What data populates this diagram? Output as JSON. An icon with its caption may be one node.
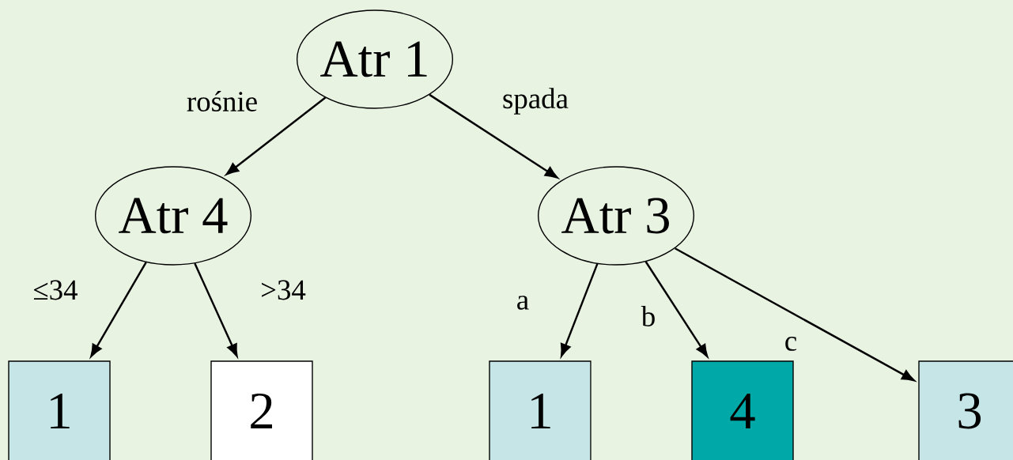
{
  "diagram": {
    "nodes": [
      {
        "text": [
          "Atr 1"
        ]
      },
      {
        "text": [
          "Atr 4"
        ]
      },
      {
        "text": [
          "Atr 3"
        ]
      },
      {
        "text": [
          "1"
        ]
      },
      {
        "text": [
          "2"
        ]
      },
      {
        "text": [
          "1"
        ]
      },
      {
        "text": [
          "4"
        ]
      },
      {
        "text": [
          "3"
        ]
      }
    ],
    "edges": [
      {
        "from": 0,
        "to": 1,
        "arrow": "to",
        "label": "rośnie"
      },
      {
        "from": 0,
        "to": 2,
        "arrow": "to",
        "label": "spada"
      },
      {
        "from": 1,
        "to": 3,
        "arrow": "to",
        "label": "≤34"
      },
      {
        "from": 1,
        "to": 4,
        "arrow": "to",
        "label": ">34"
      },
      {
        "from": 2,
        "to": 5,
        "arrow": "to",
        "label": "a"
      },
      {
        "from": 2,
        "to": 6,
        "arrow": "to",
        "label": "b"
      },
      {
        "from": 2,
        "to": 7,
        "arrow": "to",
        "label": "c"
      }
    ]
  }
}
